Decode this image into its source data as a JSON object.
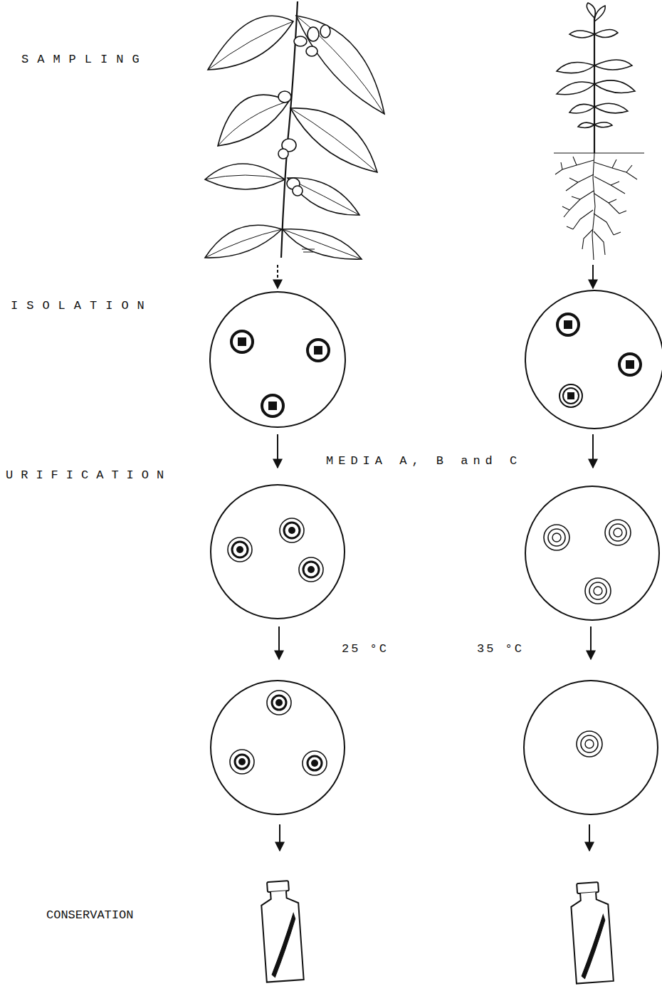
{
  "diagram": {
    "labels": [
      "SAMPLING",
      "ISOLATION",
      "URIFICATION",
      "MEDIA A, B and C",
      "25 °C",
      "35 °C",
      "CONSERVATION"
    ]
  }
}
